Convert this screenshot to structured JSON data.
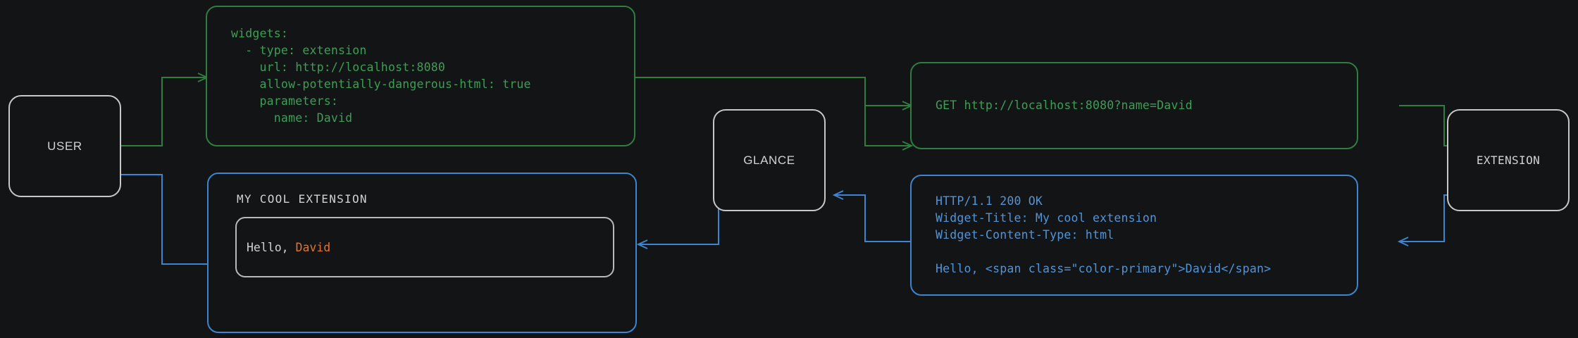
{
  "theme": {
    "background": "#131415",
    "node_border": "#c8c8c8",
    "request_color": "#3d9e55",
    "request_border": "#2f7d3f",
    "response_color": "#5294d8",
    "response_border": "#3d85d0",
    "accent_color": "#e8732c",
    "text_color": "#d2d2d2"
  },
  "nodes": {
    "user": {
      "label": "USER"
    },
    "glance": {
      "label": "GLANCE"
    },
    "extension": {
      "label": "EXTENSION"
    }
  },
  "config_block": {
    "kind": "yaml-config",
    "color": "#3d9e55",
    "lines": [
      "widgets:",
      "  - type: extension",
      "    url: http://localhost:8080",
      "    allow-potentially-dangerous-html: true",
      "    parameters:",
      "      name: David"
    ],
    "text": "widgets:\n  - type: extension\n    url: http://localhost:8080\n    allow-potentially-dangerous-html: true\n    parameters:\n      name: David"
  },
  "request_block": {
    "kind": "http-request",
    "color": "#3d9e55",
    "lines": [
      "GET http://localhost:8080?name=David"
    ],
    "text": "GET http://localhost:8080?name=David"
  },
  "response_block": {
    "kind": "http-response",
    "color": "#5294d8",
    "lines": [
      "HTTP/1.1 200 OK",
      "Widget-Title: My cool extension",
      "Widget-Content-Type: html",
      "",
      "Hello, <span class=\"color-primary\">David</span>"
    ],
    "text": "HTTP/1.1 200 OK\nWidget-Title: My cool extension\nWidget-Content-Type: html\n\nHello, <span class=\"color-primary\">David</span>"
  },
  "widget_preview": {
    "title": "MY COOL EXTENSION",
    "greeting_prefix": "Hello, ",
    "greeting_name": "David"
  },
  "edges": [
    {
      "name": "user-to-config",
      "color": "#3d9e55",
      "from": "user",
      "to": "config-block"
    },
    {
      "name": "config-to-glance",
      "color": "#3d9e55",
      "from": "config-block",
      "to": "glance"
    },
    {
      "name": "glance-to-request",
      "color": "#3d9e55",
      "from": "glance",
      "to": "request-block"
    },
    {
      "name": "request-to-extension",
      "color": "#3d9e55",
      "from": "request-block",
      "to": "extension"
    },
    {
      "name": "extension-to-response",
      "color": "#5294d8",
      "from": "extension",
      "to": "response-block"
    },
    {
      "name": "response-to-glance",
      "color": "#5294d8",
      "from": "response-block",
      "to": "glance"
    },
    {
      "name": "glance-to-widget",
      "color": "#5294d8",
      "from": "glance",
      "to": "widget-preview"
    },
    {
      "name": "widget-to-user",
      "color": "#5294d8",
      "from": "widget-preview",
      "to": "user"
    }
  ]
}
